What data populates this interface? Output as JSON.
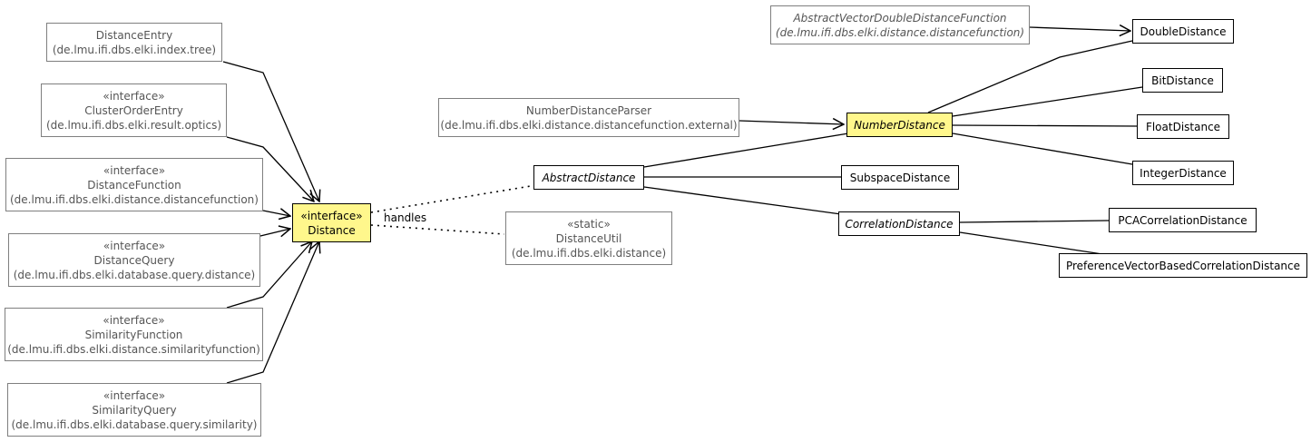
{
  "nodes": {
    "distance_entry": {
      "name": "DistanceEntry",
      "pkg": "(de.lmu.ifi.dbs.elki.index.tree)"
    },
    "cluster_order_entry": {
      "stereotype": "«interface»",
      "name": "ClusterOrderEntry",
      "pkg": "(de.lmu.ifi.dbs.elki.result.optics)"
    },
    "distance_function": {
      "stereotype": "«interface»",
      "name": "DistanceFunction",
      "pkg": "(de.lmu.ifi.dbs.elki.distance.distancefunction)"
    },
    "distance_query": {
      "stereotype": "«interface»",
      "name": "DistanceQuery",
      "pkg": "(de.lmu.ifi.dbs.elki.database.query.distance)"
    },
    "similarity_function": {
      "stereotype": "«interface»",
      "name": "SimilarityFunction",
      "pkg": "(de.lmu.ifi.dbs.elki.distance.similarityfunction)"
    },
    "similarity_query": {
      "stereotype": "«interface»",
      "name": "SimilarityQuery",
      "pkg": "(de.lmu.ifi.dbs.elki.database.query.similarity)"
    },
    "distance": {
      "stereotype": "«interface»",
      "name": "Distance"
    },
    "number_distance_parser": {
      "name": "NumberDistanceParser",
      "pkg": "(de.lmu.ifi.dbs.elki.distance.distancefunction.external)"
    },
    "abstract_distance": {
      "name": "AbstractDistance"
    },
    "distance_util": {
      "stereotype": "«static»",
      "name": "DistanceUtil",
      "pkg": "(de.lmu.ifi.dbs.elki.distance)"
    },
    "avddf": {
      "name": "AbstractVectorDoubleDistanceFunction",
      "pkg": "(de.lmu.ifi.dbs.elki.distance.distancefunction)"
    },
    "number_distance": {
      "name": "NumberDistance"
    },
    "subspace_distance": {
      "name": "SubspaceDistance"
    },
    "correlation_distance": {
      "name": "CorrelationDistance"
    },
    "double_distance": {
      "name": "DoubleDistance"
    },
    "bit_distance": {
      "name": "BitDistance"
    },
    "float_distance": {
      "name": "FloatDistance"
    },
    "integer_distance": {
      "name": "IntegerDistance"
    },
    "pca_correlation_distance": {
      "name": "PCACorrelationDistance"
    },
    "pvbc_distance": {
      "name": "PreferenceVectorBasedCorrelationDistance"
    }
  },
  "edge_labels": {
    "handles": "handles"
  },
  "colors": {
    "focus_fill": "#fff78c",
    "external_border": "#7f7f7f",
    "line": "#000000"
  }
}
